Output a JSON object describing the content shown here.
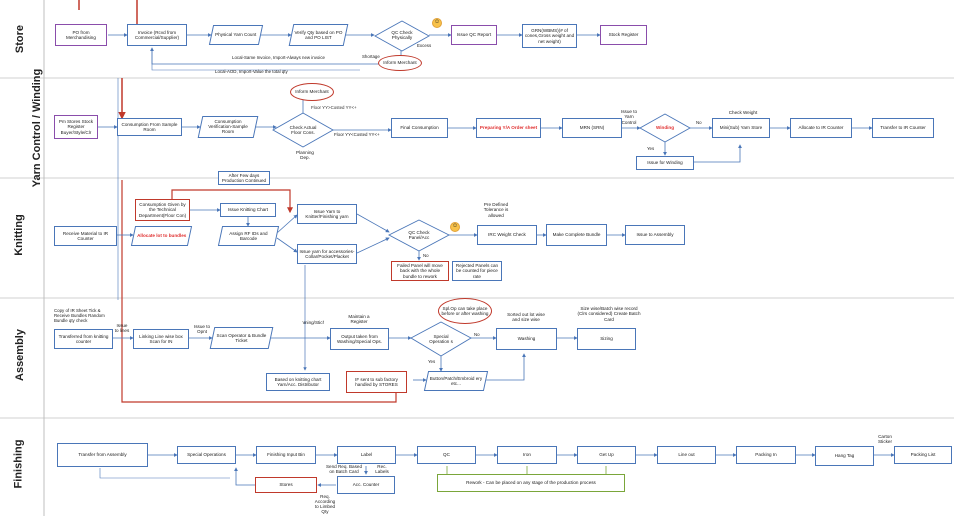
{
  "lanes": [
    {
      "id": "store",
      "label": "Store"
    },
    {
      "id": "yarn",
      "label": "Yarn Control / Winding"
    },
    {
      "id": "knitting",
      "label": "Knitting"
    },
    {
      "id": "assembly",
      "label": "Assembly"
    },
    {
      "id": "finishing",
      "label": "Finishing"
    }
  ],
  "store": {
    "po": "PO from Merchandising",
    "invoice": "Invoice (Rcvd from Commercial/Supplier)",
    "physical_count": "Physical Yarn Count",
    "verify_qty": "Verify Qty based on PO and PO LIST",
    "qc_check": "QC Check Physically",
    "qc_report": "Issue QC Report",
    "grn": "GRN(WBMS)(# of cones,Gross weight and net weight)",
    "stock_register": "Stock Register",
    "excess": "Excess",
    "shortage": "Shortage",
    "inform_merchant": "Inform Merchant",
    "local_same_invoice": "Local-Same Invoice, Import-Always new invoice",
    "local_aod": "Local-AOD, Import-Value the total qty"
  },
  "yarn": {
    "stock_register": "Pm Stores Stock Register Buyer/Style/Clr",
    "consumption": "Consumption From Sample Room",
    "verification": "Consumption Verification-Sample Room",
    "check_actual": "Check Actual Floor Cons.",
    "inform_merchant": "Inform Merchant",
    "floor_yy_gt": "Floor YY>Costed YY<+",
    "floor_yy_lt": "Floor YY<Costed YY<+",
    "planning": "Planning Dep.",
    "final_consumption": "Final Consumption",
    "preparing_order": "Preparing Y/A Order sheet",
    "min": "MRN (SRN)",
    "issue_yarn_control": "Issue to Yarn Control",
    "winding": "Winding",
    "no": "No",
    "yes": "Yes",
    "issue_winding": "Issue for Winding",
    "check_weight": "Check Weight",
    "mini_yarn_store": "Mini(Sub) Yarn Store",
    "allocate": "Allocate to IR Counter",
    "transfer": "Transfer to IR Counter"
  },
  "knitting": {
    "after_few_days": "After Few days Production Continued",
    "receive_material": "Receive Material to IR Counter",
    "allocate_lot": "Allocate lot to bundles",
    "consumption_given": "Consumption Given by the Technical Department(Floor Con)",
    "issue_knitting_chart": "Issue Knitting Chart",
    "assign_rf": "Assign RF IDs and Barcode",
    "issue_yarn_knitter": "Issue Yarn to Knitter/Finishing yarn",
    "issue_yarn_accessories": "Issue yarn for accessories-Collar/Pocket/Placket",
    "qc_check_panel": "QC Check Panel/Acc",
    "no": "No",
    "failed_panel": "Failed Panel will move back with the whole bundle to rework",
    "rejected_panels": "Rejected Panels can be counted for piece rate",
    "predefined": "Pre Defined Tolerance is allowed",
    "irc_weight_check": "IRC Weight Check",
    "make_complete_bundle": "Make Complete Bundle",
    "issue_assembly": "Issue to Assembly"
  },
  "assembly": {
    "copy_ir_sheet": "Copy of IR Sheet Tick & Receive Bundles Random Bundle qty check",
    "transferred": "Transferred from knitting counter",
    "issue_to_lines": "Issue to lines",
    "linking": "Linking Line wise box Scan for IN",
    "issue_to_opnt": "Issue to Opnt",
    "scan_operator": "Scan Operator & Bundle Ticket",
    "trimming": "Trimming/Stiching",
    "maintain_register": "Maintain a Register",
    "output_taken": "Output taken from Washing/Special Ops.",
    "special_operation": "Special Operation s",
    "no": "No",
    "yes": "Yes",
    "spl_op_note": "Spl.Op can take place before or after washing",
    "sorted_out": "Sorted out lot wise and size wise",
    "washing": "Washing",
    "size_wise": "Size wise/Batch wise record (Clrs considered) Create Batch Card",
    "sizing": "Sizing",
    "based_on_chart": "Based on knitting chart Yarn/Acc. Distributor",
    "if_sent": "IF sent to sub factory handled by STORES",
    "button_patch": "Button/Patch/Embroid ery etc..."
  },
  "finishing": {
    "transfer_assembly": "Transfer from Assembly",
    "special_operations": "Special Operations",
    "finishing_input_bin": "Finishing Input Bin",
    "label": "Label",
    "qc": "QC",
    "iron": "Iron",
    "get_up": "Get Up",
    "line_out": "Line out",
    "packing_in": "Packing In",
    "hang_tag": "Hang Tag",
    "carton_sticker": "Carton Sticker",
    "packing_list": "Packing List",
    "send_req": "Send Req. Based on Batch Card",
    "rec_labels": "Rec. Labels",
    "stores": "Stores",
    "acc_counter": "Acc. Counter",
    "req_according": "Req. According to Limbed Qty",
    "rework": "Rework - Can be placed on any stage of the production process"
  }
}
